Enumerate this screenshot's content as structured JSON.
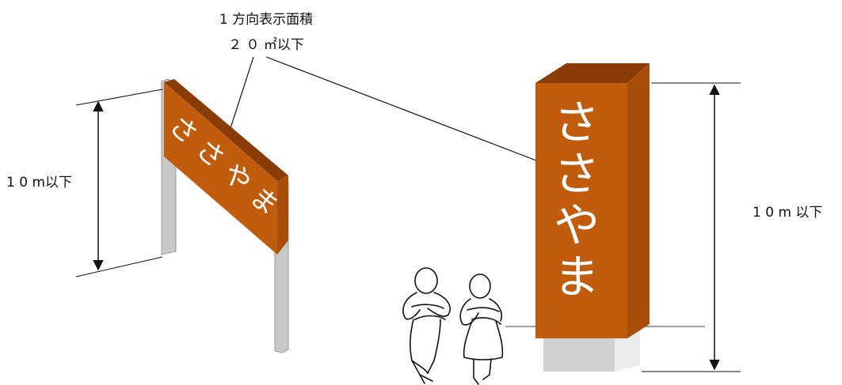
{
  "annotation": {
    "line1": "1 方向表示面積",
    "line2": "２ ０ ㎡以下"
  },
  "left_height_label": "1 0 m以下",
  "right_height_label": "1 0 m 以下",
  "left_sign_text": [
    "さ",
    "さ",
    "や",
    "ま"
  ],
  "right_sign_text": [
    "さ",
    "さ",
    "や",
    "ま"
  ],
  "colors": {
    "sign_front": "#c05c0c",
    "sign_top": "#8a3c06",
    "sign_side": "#a84e08",
    "post": "#c8c8c8",
    "post_dark": "#a8a8a8",
    "base": "#d8d8d8",
    "line": "#111111"
  }
}
